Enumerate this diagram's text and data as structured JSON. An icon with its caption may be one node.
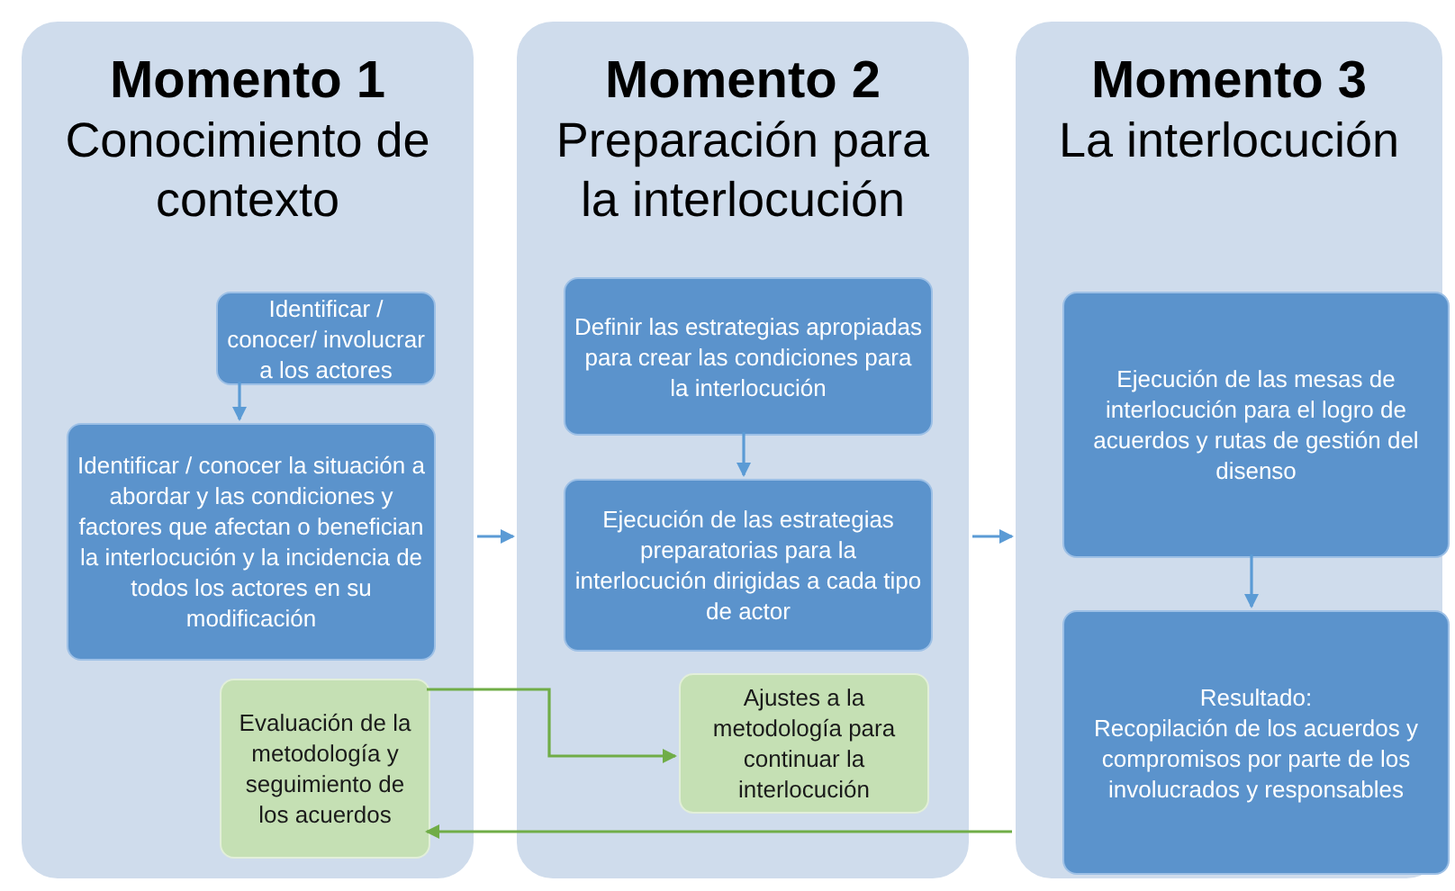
{
  "diagram": {
    "nodes": [
      {
        "text": [
          "Momento 1",
          "Conocimiento de contexto"
        ]
      },
      {
        "text": [
          "Identificar / conocer/ involucrar a los actores"
        ],
        "in": 0
      },
      {
        "text": [
          "Identificar / conocer la situación a abordar y las condiciones y factores que afectan o benefician la interlocución y la incidencia de todos los actores en su modificación"
        ],
        "in": 0
      },
      {
        "text": [
          "Evaluación de la metodología y seguimiento de los acuerdos"
        ],
        "in": 0
      },
      {
        "text": [
          "Momento 2",
          "Preparación para la interlocución"
        ]
      },
      {
        "text": [
          "Definir las estrategias apropiadas para crear las condiciones para la interlocución"
        ],
        "in": 4
      },
      {
        "text": [
          "Ejecución de las estrategias preparatorias para la interlocución dirigidas a cada tipo de actor"
        ],
        "in": 4
      },
      {
        "text": [
          "Ajustes a la metodología para continuar la interlocución"
        ],
        "in": 4
      },
      {
        "text": [
          "Momento 3",
          "La interlocución"
        ]
      },
      {
        "text": [
          "Ejecución de las mesas de interlocución para el logro de acuerdos y rutas de gestión del disenso"
        ],
        "in": 8
      },
      {
        "text": [
          "Resultado:",
          "Recopilación de los acuerdos y compromisos por parte de los involucrados y responsables"
        ],
        "in": 8
      }
    ],
    "edges": [
      {
        "from": 1,
        "to": 2,
        "arrow": "to"
      },
      {
        "from": 0,
        "to": 4,
        "arrow": "to"
      },
      {
        "from": 5,
        "to": 6,
        "arrow": "to"
      },
      {
        "from": 4,
        "to": 8,
        "arrow": "to"
      },
      {
        "from": 3,
        "to": 7,
        "arrow": "to",
        "color": "#70ad47"
      },
      {
        "from": 8,
        "to": 3,
        "arrow": "to",
        "color": "#70ad47"
      },
      {
        "from": 9,
        "to": 10,
        "arrow": "to"
      }
    ]
  }
}
